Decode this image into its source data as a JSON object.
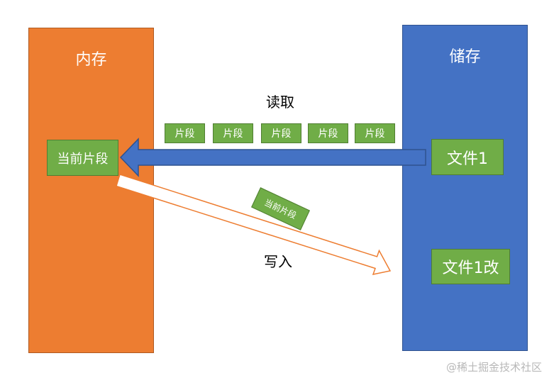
{
  "memory": {
    "title": "内存",
    "current_segment": "当前片段"
  },
  "storage": {
    "title": "储存",
    "file": "文件1",
    "modified_file": "文件1改"
  },
  "read": {
    "label": "读取",
    "segments": [
      "片段",
      "片段",
      "片段",
      "片段",
      "片段"
    ]
  },
  "write": {
    "label": "写入",
    "segment": "当前片段"
  },
  "watermark": "@稀土掘金技术社区",
  "colors": {
    "memory": "#ed7d31",
    "storage": "#4472c4",
    "segment_box": "#70ad47",
    "read_arrow": "#4472c4",
    "write_arrow_outline": "#ed7d31"
  },
  "icons": {
    "read_arrow": "arrow-left-icon",
    "write_arrow": "arrow-right-down-icon"
  }
}
